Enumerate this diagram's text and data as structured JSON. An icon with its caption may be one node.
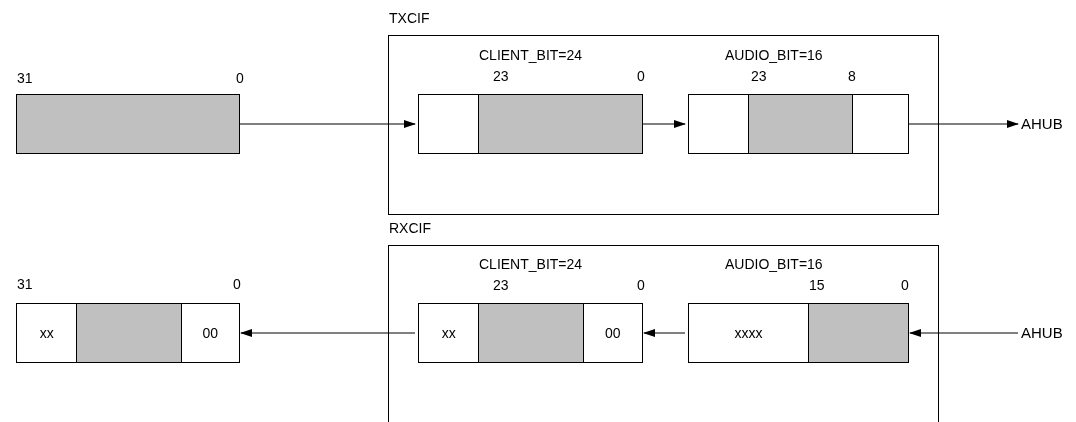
{
  "diagram": {
    "nodes": [
      {
        "text": [],
        "shape": "box",
        "beside": [
          "31",
          "0"
        ]
      },
      {
        "text": [
          "TXCIF"
        ]
      },
      {
        "text": [],
        "shape": "box",
        "in": 1,
        "beside": [
          "CLIENT_BIT=24",
          "23",
          "0"
        ]
      },
      {
        "text": [],
        "shape": "box",
        "in": 1,
        "beside": [
          "AUDIO_BIT=16",
          "23",
          "8"
        ]
      },
      {
        "text": [
          "AHUB"
        ]
      },
      {
        "text": [
          "RXCIF"
        ]
      },
      {
        "text": [
          "xx",
          "00"
        ],
        "beside": [
          "31",
          "0"
        ]
      },
      {
        "text": [
          "xx",
          "00"
        ],
        "in": 5,
        "beside": [
          "CLIENT_BIT=24",
          "23",
          "0"
        ]
      },
      {
        "text": [
          "xxxx"
        ],
        "in": 5,
        "beside": [
          "AUDIO_BIT=16",
          "15",
          "0"
        ]
      },
      {
        "text": [
          "AHUB"
        ]
      }
    ],
    "edges": [
      {
        "from": 0,
        "to": 2,
        "arrow": "to"
      },
      {
        "from": 2,
        "to": 3,
        "arrow": "to"
      },
      {
        "from": 3,
        "to": 4,
        "arrow": "to"
      },
      {
        "from": 9,
        "to": 8,
        "arrow": "to"
      },
      {
        "from": 8,
        "to": 7,
        "arrow": "to"
      },
      {
        "from": 7,
        "to": 6,
        "arrow": "to"
      }
    ]
  }
}
